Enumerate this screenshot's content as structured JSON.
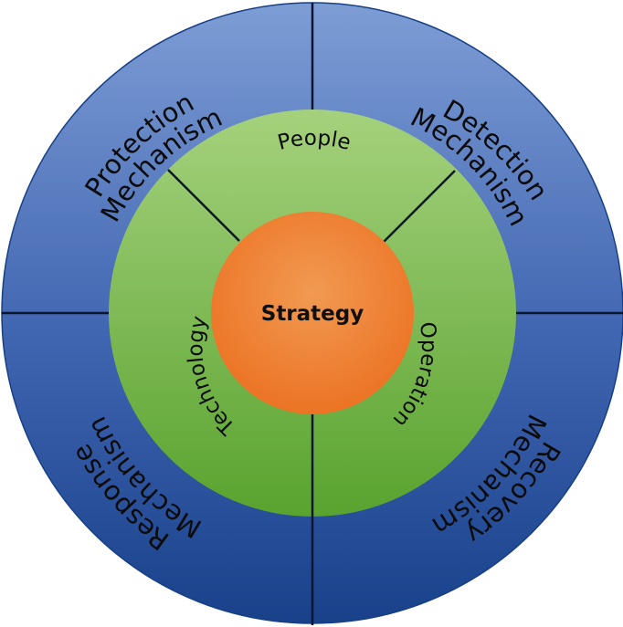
{
  "diagram": {
    "center": {
      "label": "Strategy"
    },
    "middle_ring": [
      {
        "id": "people",
        "label": "People"
      },
      {
        "id": "operation",
        "label": "Operation"
      },
      {
        "id": "technology",
        "label": "Technology"
      }
    ],
    "outer_ring": [
      {
        "id": "protection",
        "lines": [
          "Protection",
          "Mechanism"
        ]
      },
      {
        "id": "detection",
        "lines": [
          "Detection",
          "Mechanism"
        ]
      },
      {
        "id": "recovery",
        "lines": [
          "Recovery",
          "Mechanism"
        ]
      },
      {
        "id": "response",
        "lines": [
          "Response",
          "Mechanism"
        ]
      }
    ]
  },
  "colors": {
    "outer_top": "#7d9dd5",
    "outer_mid": "#3f64b0",
    "outer_bottom": "#19418a",
    "middle_top": "#a5d17c",
    "middle_bottom": "#59a32f",
    "center_light": "#f19a52",
    "center_dark": "#ec7324",
    "divider": "#0a1530",
    "border": "#173f86"
  }
}
